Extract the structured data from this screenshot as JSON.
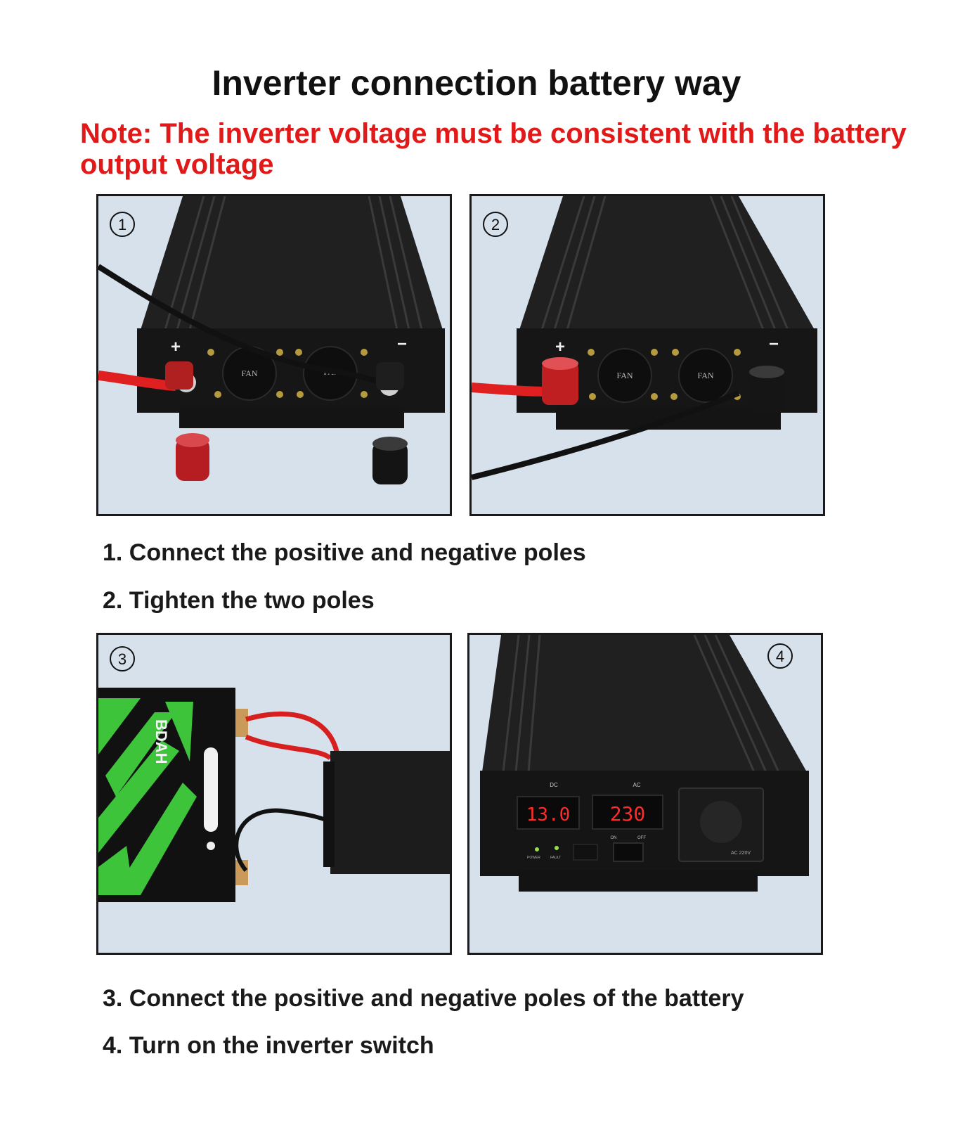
{
  "title": "Inverter connection battery way",
  "note": "Note: The inverter voltage must be consistent with the battery output voltage",
  "panels": [
    {
      "badge": "1",
      "fan_left": "FAN",
      "fan_right": "FAN",
      "plus": "+",
      "minus": "−"
    },
    {
      "badge": "2",
      "fan_left": "FAN",
      "fan_right": "FAN",
      "plus": "+",
      "minus": "−"
    },
    {
      "badge": "3",
      "battery_brand": "BDAH"
    },
    {
      "badge": "4",
      "dc_label": "DC",
      "ac_label": "AC",
      "dc_display": "13.0",
      "ac_display": "230",
      "on_label": "ON",
      "off_label": "OFF",
      "power_label": "POWER",
      "fault_label": "FAULT",
      "socket_label": "AC 220V"
    }
  ],
  "steps": [
    "1. Connect the positive and negative poles",
    "2. Tighten the two poles",
    "3. Connect the positive and negative poles of the battery",
    "4. Turn on the inverter switch"
  ],
  "colors": {
    "note_red": "#e11919",
    "panel_bg": "#d6e1ec",
    "inverter_black": "#1c1c1c",
    "cable_red": "#e02020",
    "display_red": "#ff2a2a",
    "battery_green": "#3ec43a"
  }
}
